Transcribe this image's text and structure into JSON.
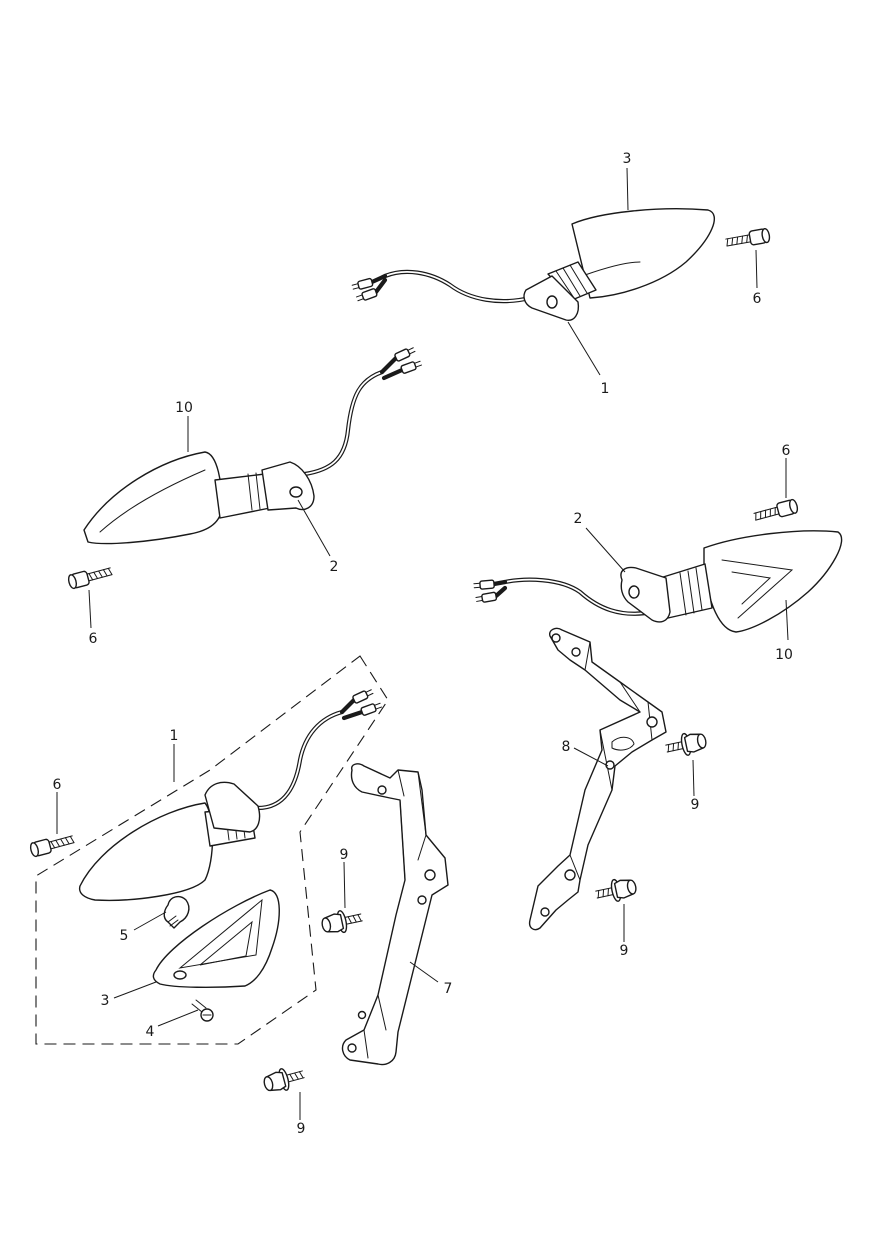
{
  "callouts": [
    {
      "id": "c-3-top",
      "label": "3"
    },
    {
      "id": "c-6-top",
      "label": "6"
    },
    {
      "id": "c-1-top",
      "label": "1"
    },
    {
      "id": "c-10-left",
      "label": "10"
    },
    {
      "id": "c-2-left",
      "label": "2"
    },
    {
      "id": "c-6-left",
      "label": "6"
    },
    {
      "id": "c-6-right",
      "label": "6"
    },
    {
      "id": "c-2-right",
      "label": "2"
    },
    {
      "id": "c-10-right",
      "label": "10"
    },
    {
      "id": "c-1-kit",
      "label": "1"
    },
    {
      "id": "c-6-kit",
      "label": "6"
    },
    {
      "id": "c-5-bulb",
      "label": "5"
    },
    {
      "id": "c-3-lens",
      "label": "3"
    },
    {
      "id": "c-4-screw",
      "label": "4"
    },
    {
      "id": "c-9-mid",
      "label": "9"
    },
    {
      "id": "c-7-bracket",
      "label": "7"
    },
    {
      "id": "c-9-bottom",
      "label": "9"
    },
    {
      "id": "c-8-bracket",
      "label": "8"
    },
    {
      "id": "c-9-right-upper",
      "label": "9"
    },
    {
      "id": "c-9-right-lower",
      "label": "9"
    }
  ]
}
